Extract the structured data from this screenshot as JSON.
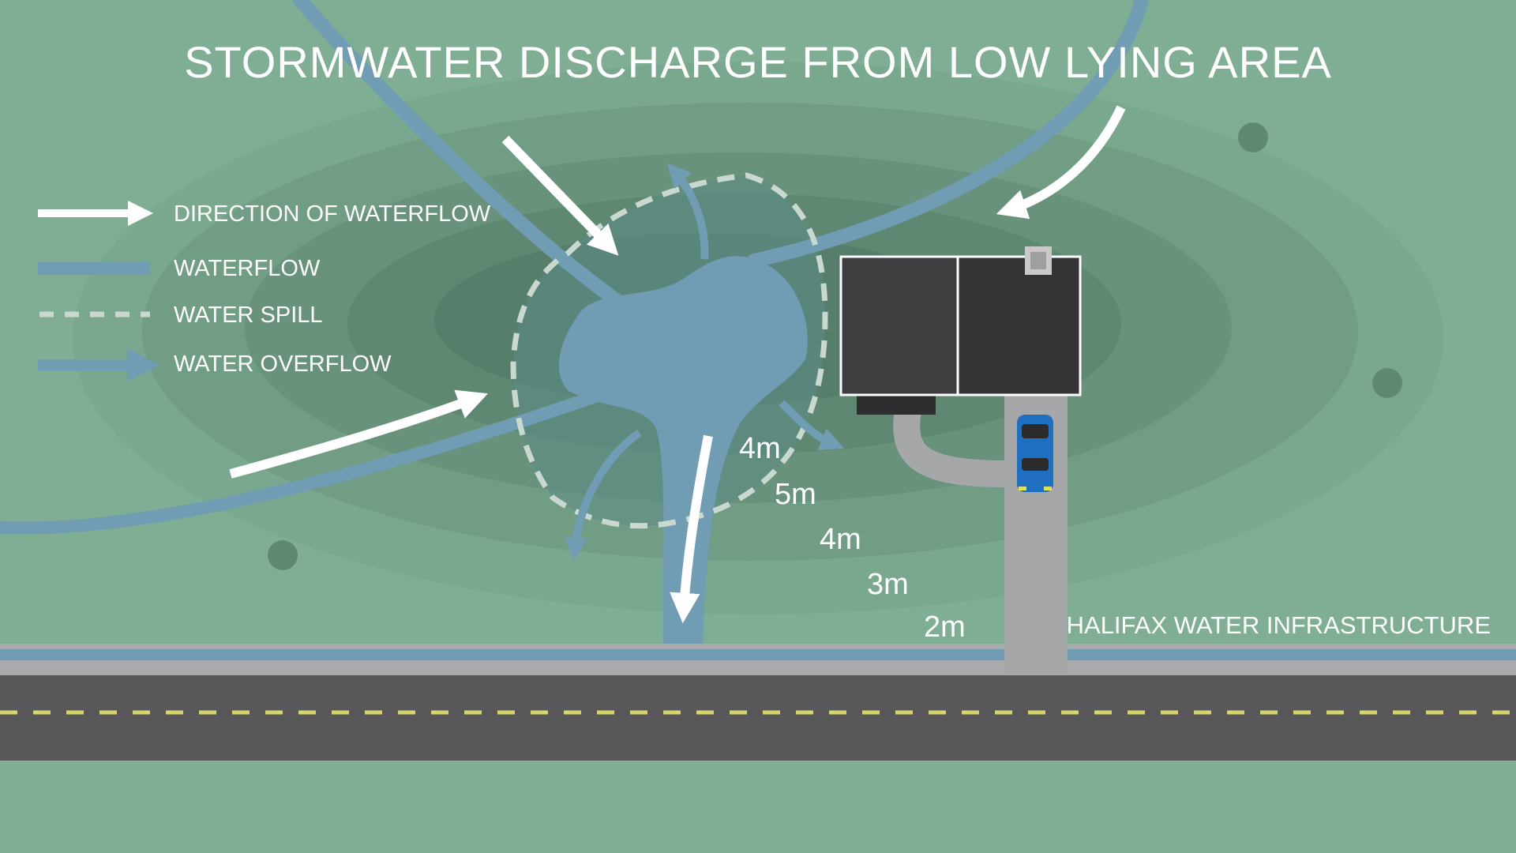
{
  "title": "STORMWATER DISCHARGE FROM LOW LYING AREA",
  "legend": {
    "direction": "DIRECTION OF WATERFLOW",
    "waterflow": "WATERFLOW",
    "spill": "WATER SPILL",
    "overflow": "WATER OVERFLOW"
  },
  "elevations": [
    "4m",
    "5m",
    "4m",
    "3m",
    "2m"
  ],
  "infrastructure_label": "HALIFAX WATER INFRASTRUCTURE",
  "colors": {
    "ground": "#80ae94",
    "contour_1": "#7aa88e",
    "contour_2": "#719d85",
    "contour_3": "#68927c",
    "contour_4": "#5f8873",
    "contour_5": "#567e6b",
    "water": "#709db3",
    "spill_dash": "#c9d9d0",
    "road": "#58585a",
    "road_line": "#d6d46a",
    "curb": "#a9aaab",
    "driveway": "#a6a7a9",
    "house_left": "#3e3e40",
    "house_right": "#343436",
    "car": "#1f6fc0",
    "arrow": "#ffffff"
  }
}
